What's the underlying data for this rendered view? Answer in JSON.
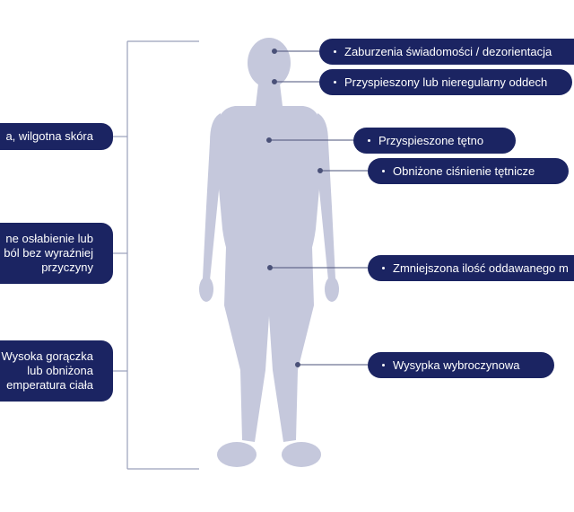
{
  "colors": {
    "figure": "#c5c8dc",
    "pill": "#1b2462",
    "pill_text": "#ffffff",
    "line": "#4a5178",
    "bracket": "#9aa0bb"
  },
  "symptoms_right": [
    {
      "label": "Zaburzenia świadomości / dezorientacja"
    },
    {
      "label": "Przyspieszony lub nieregularny oddech"
    },
    {
      "label": "Przyspieszone tętno"
    },
    {
      "label": "Obniżone ciśnienie tętnicze"
    },
    {
      "label": "Zmniejszona ilość oddawanego m"
    },
    {
      "label": "Wysypka wybroczynowa"
    }
  ],
  "symptoms_left": [
    {
      "label": "a, wilgotna skóra"
    },
    {
      "label": "ne osłabienie lub\nból bez wyraźniej\nprzyczyny"
    },
    {
      "label": "Wysoka gorączka\nlub obniżona\nemperatura ciała"
    }
  ]
}
